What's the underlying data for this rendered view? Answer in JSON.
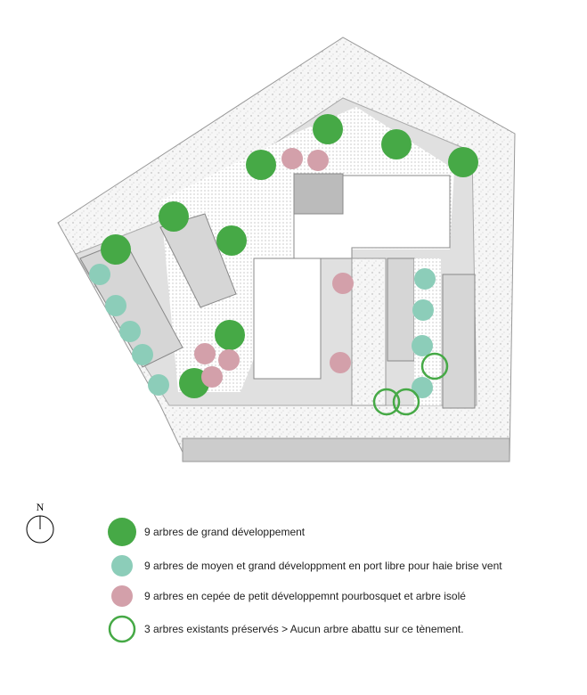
{
  "north_label": "N",
  "colors": {
    "large": "#46a946",
    "medium": "#8ccdb9",
    "small": "#d3a0aa",
    "existing": "#46a946",
    "ground": "#f4f4f4",
    "paving": "#d9d9d9"
  },
  "legend": [
    {
      "icon": "large-tree-icon",
      "text": "9 arbres de grand développement"
    },
    {
      "icon": "medium-tree-icon",
      "text": "9 arbres  de moyen et grand développment en port libre pour haie brise vent"
    },
    {
      "icon": "small-tree-icon",
      "text": "9 arbres  en cepée de petit développemnt pourbosquet et arbre isolé"
    },
    {
      "icon": "existing-tree-icon",
      "text": "3 arbres existants préservés > Aucun arbre abattu sur ce tènement."
    }
  ]
}
